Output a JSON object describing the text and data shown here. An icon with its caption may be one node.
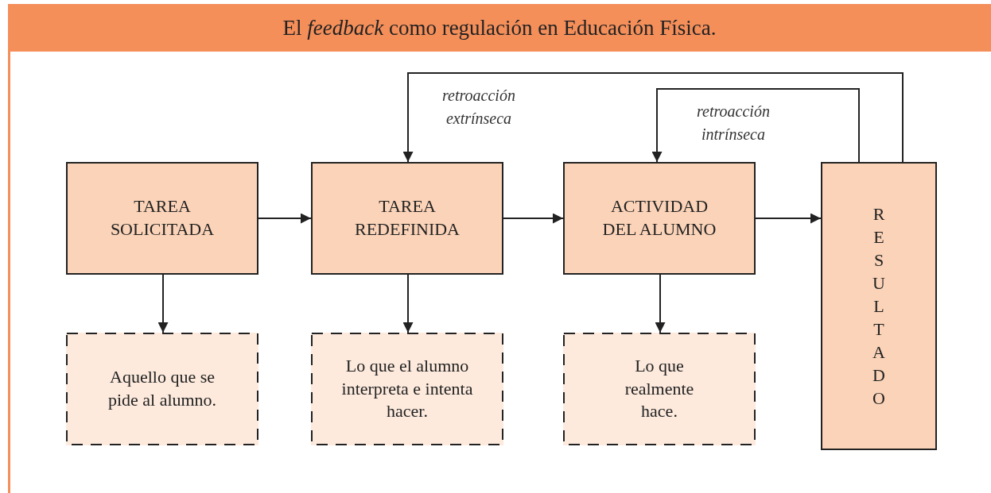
{
  "diagram": {
    "title": "El *feedback* como regulación en Educación Física.",
    "nodes": [
      {
        "text": [
          "TAREA SOLICITADA"
        ]
      },
      {
        "text": [
          "TAREA REDEFINIDA"
        ]
      },
      {
        "text": [
          "ACTIVIDAD DEL ALUMNO"
        ]
      },
      {
        "text": [
          "RESULTADO"
        ]
      },
      {
        "text": [
          "Aquello que se pide al alumno."
        ]
      },
      {
        "text": [
          "Lo que el alumno interpreta e intenta hacer."
        ]
      },
      {
        "text": [
          "Lo que realmente hace."
        ]
      }
    ],
    "edges": [
      {
        "from": 0,
        "to": 1,
        "arrow": "to"
      },
      {
        "from": 1,
        "to": 2,
        "arrow": "to"
      },
      {
        "from": 2,
        "to": 3,
        "arrow": "to"
      },
      {
        "from": 0,
        "to": 4,
        "arrow": "to"
      },
      {
        "from": 1,
        "to": 5,
        "arrow": "to"
      },
      {
        "from": 2,
        "to": 6,
        "arrow": "to"
      },
      {
        "from": 3,
        "to": 1,
        "arrow": "to",
        "label": "retroacción extrínseca"
      },
      {
        "from": 3,
        "to": 2,
        "arrow": "to",
        "label": "retroacción intrínseca"
      }
    ]
  }
}
